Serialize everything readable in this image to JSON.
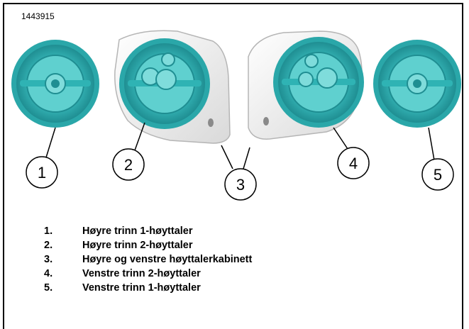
{
  "figure_id": "1443915",
  "callouts": [
    "1",
    "2",
    "3",
    "4",
    "5"
  ],
  "legend": [
    {
      "num": "1.",
      "text": "Høyre trinn 1-høyttaler"
    },
    {
      "num": "2.",
      "text": "Høyre trinn 2-høyttaler"
    },
    {
      "num": "3.",
      "text": "Høyre og venstre høyttalerkabinett"
    },
    {
      "num": "4.",
      "text": "Venstre trinn 2-høyttaler"
    },
    {
      "num": "5.",
      "text": "Venstre trinn 1-høyttaler"
    }
  ],
  "colors": {
    "speaker": "#3bbfc0",
    "speaker_dark": "#1f8e92",
    "cabinet": "#f2f2f2",
    "outline": "#000000"
  }
}
